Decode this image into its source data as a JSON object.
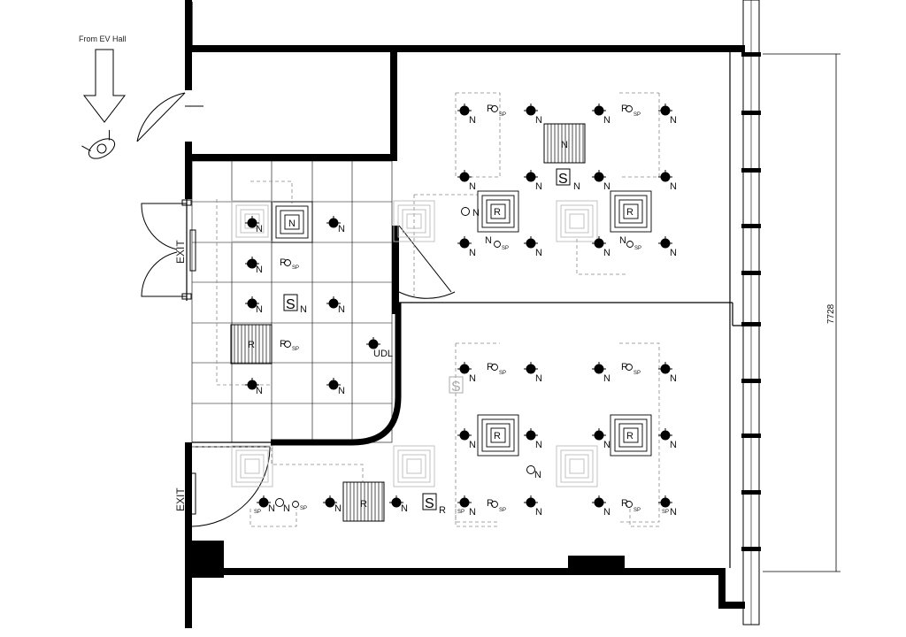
{
  "header": {
    "from_label": "From EV Hall"
  },
  "exits": {
    "upper": "EXIT",
    "lower": "EXIT"
  },
  "dimension": {
    "height_label": "7728"
  },
  "symbols": {
    "n": "N",
    "r": "R",
    "sp": "SP",
    "s": "S",
    "udl": "UDL"
  },
  "colors": {
    "ink": "#000000",
    "faint": "#9a9a9a",
    "paper": "#ffffff"
  }
}
